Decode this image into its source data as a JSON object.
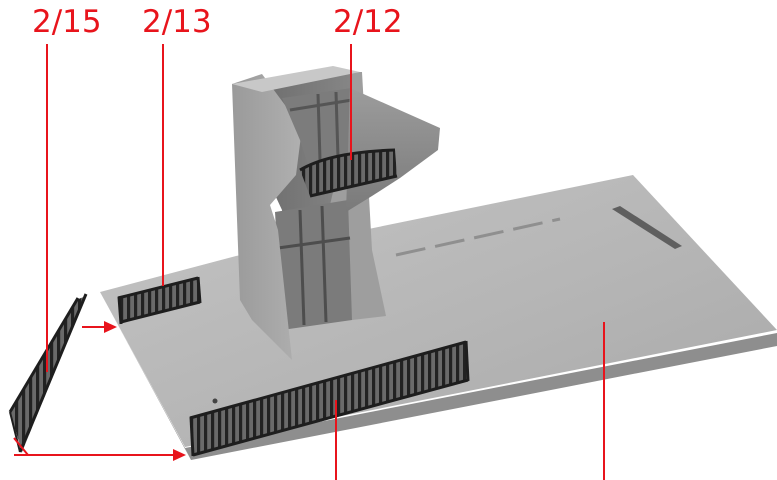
{
  "diagram": {
    "labels": {
      "part_2_15": "2/15",
      "part_2_13": "2/13",
      "part_2_12": "2/12"
    },
    "callout_color": "#e8141c",
    "model_colors": {
      "base_top": "#b9b9b9",
      "base_front": "#8e8e8e",
      "tower_light": "#a4a4a4",
      "tower_dark": "#6c6c6c",
      "railing": "#2b2b2b"
    }
  }
}
